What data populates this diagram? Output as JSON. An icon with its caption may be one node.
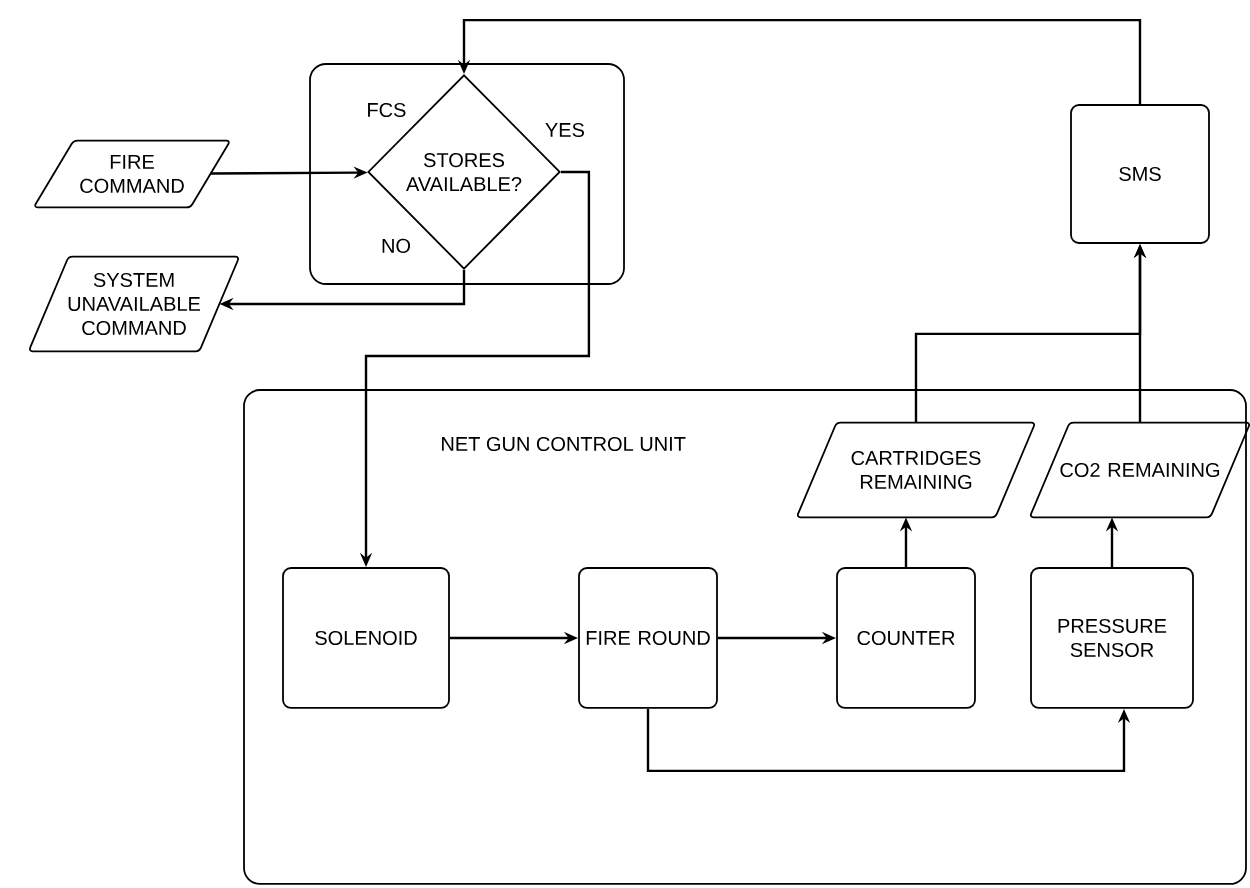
{
  "diagram": {
    "nodes": [
      {
        "text": [
          "FCS"
        ]
      },
      {
        "text": [
          "STORES AVAILABLE?"
        ],
        "in": 0
      },
      {
        "text": [
          "FIRE COMMAND"
        ]
      },
      {
        "text": [
          "SYSTEM UNAVAILABLE COMMAND"
        ]
      },
      {
        "text": [
          "SMS"
        ]
      },
      {
        "text": [
          "NET GUN CONTROL UNIT"
        ]
      },
      {
        "text": [
          "CARTRIDGES REMAINING"
        ],
        "in": 5
      },
      {
        "text": [
          "CO2 REMAINING"
        ],
        "in": 5
      },
      {
        "text": [
          "SOLENOID"
        ],
        "in": 5
      },
      {
        "text": [
          "FIRE ROUND"
        ],
        "in": 5
      },
      {
        "text": [
          "COUNTER"
        ],
        "in": 5
      },
      {
        "text": [
          "PRESSURE SENSOR"
        ],
        "in": 5
      }
    ],
    "edges": [
      {
        "from": 2,
        "to": 1,
        "arrow": "to"
      },
      {
        "from": 1,
        "to": 3,
        "arrow": "to",
        "label": "NO"
      },
      {
        "from": 1,
        "to": 8,
        "arrow": "to",
        "label": "YES"
      },
      {
        "from": 4,
        "to": 1,
        "arrow": "to"
      },
      {
        "from": 6,
        "to": 4,
        "arrow": "to"
      },
      {
        "from": 7,
        "to": 4,
        "arrow": "to"
      },
      {
        "from": 8,
        "to": 9,
        "arrow": "to"
      },
      {
        "from": 9,
        "to": 10,
        "arrow": "to"
      },
      {
        "from": 9,
        "to": 11,
        "arrow": "to"
      },
      {
        "from": 10,
        "to": 6,
        "arrow": "to"
      },
      {
        "from": 11,
        "to": 7,
        "arrow": "to"
      }
    ]
  }
}
